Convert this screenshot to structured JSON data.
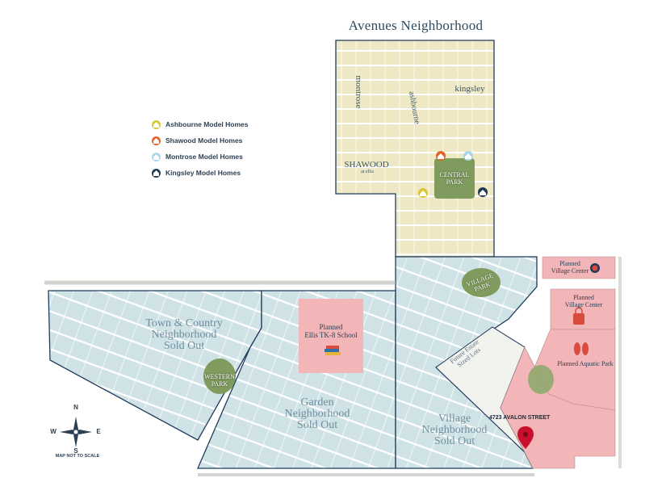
{
  "title": "Avenues Neighborhood",
  "legend": [
    {
      "label": "Ashbourne Model Homes",
      "color": "#d9c732",
      "icon": "house-icon"
    },
    {
      "label": "Shawood Model Homes",
      "color": "#e1652b",
      "icon": "house-icon"
    },
    {
      "label": "Montrose Model Homes",
      "color": "#a9d6ea",
      "icon": "house-icon"
    },
    {
      "label": "Kingsley Model Homes",
      "color": "#1f3a4f",
      "icon": "house-icon"
    }
  ],
  "streets": {
    "montrose": "montrose",
    "ashbourne": "ashbourne",
    "kingsley": "kingsley",
    "shawood": "SHAWOOD",
    "shawood_sub": "at ellis"
  },
  "parks": {
    "central": "CENTRAL PARK",
    "village": "VILLAGE PARK",
    "western": "WESTERN PARK"
  },
  "neighborhoods": {
    "town_country": [
      "Town & Country",
      "Neighborhood",
      "Sold Out"
    ],
    "garden": [
      "Garden",
      "Neighborhood",
      "Sold Out"
    ],
    "village": [
      "Village",
      "Neighborhood",
      "Sold Out"
    ]
  },
  "planned": {
    "school": [
      "Planned",
      "Ellis TK-8 School"
    ],
    "village_center_1": [
      "Planned",
      "Village Center"
    ],
    "village_center_2": [
      "Planned",
      "Village Center"
    ],
    "aquatic": "Planned Aquatic Park",
    "estate": [
      "Future Estate",
      "Sized Lots"
    ]
  },
  "address": "4723 AVALON STREET",
  "compass": {
    "n": "N",
    "s": "S",
    "e": "E",
    "w": "W",
    "note": "MAP NOT TO SCALE"
  },
  "colors": {
    "avenues_fill": "#eee9c4",
    "blue_fill": "#cfe3e6",
    "pink_fill": "#f3b6b8",
    "border": "#1f3a5c",
    "road": "#ffffff",
    "park_green": "#7f9b5e",
    "pin": "#c8102e"
  }
}
